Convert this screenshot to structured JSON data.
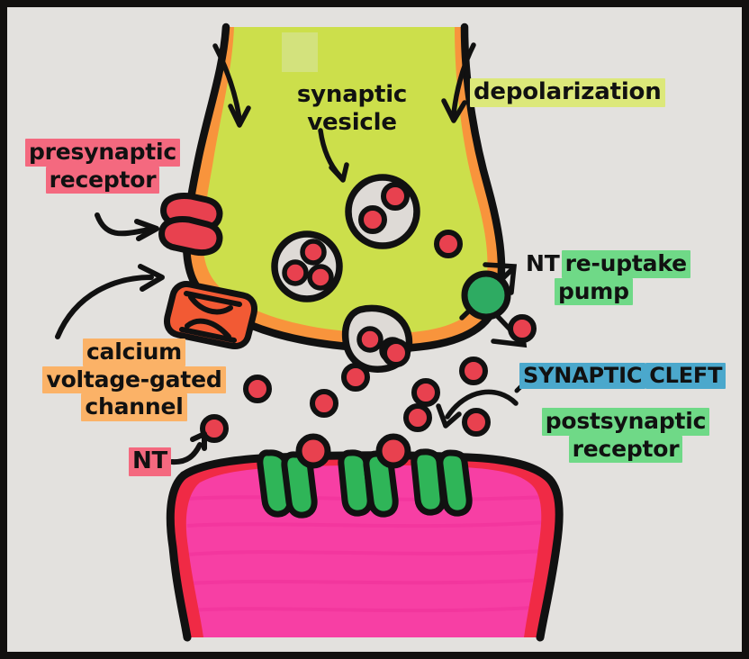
{
  "diagram": {
    "title": "Hand-drawn synapse diagram",
    "paper_color": "#e3e1de",
    "frame_color": "#12100f",
    "ink_color": "#111111"
  },
  "palette": {
    "ink": "#111111",
    "terminal_cytoplasm": "#ccdf4b",
    "terminal_membrane": "#f8943c",
    "vesicle_fill": "#dedad6",
    "neurotransmitter": "#e8414f",
    "reuptake_pump": "#2eab62",
    "postsynaptic_outer": "#f02a45",
    "postsynaptic_inner": "#f73fa4",
    "postsynaptic_receptor": "#2fb558",
    "presynaptic_receptor": "#e8414f",
    "calcium_channel": "#f25a34",
    "highlight_pink": "#f4697f",
    "highlight_yellowgreen": "#dce87a",
    "highlight_green": "#6fd987",
    "highlight_blue": "#4ba8cc",
    "highlight_orange": "#fbb267"
  },
  "labels": {
    "presynaptic_receptor": {
      "line1": "presynaptic",
      "line2": "receptor",
      "highlight": "#f4697f"
    },
    "synaptic_vesicle": {
      "line1": "synaptic",
      "line2": "vesicle",
      "highlight": "none"
    },
    "depolarization": {
      "line1": "depolarization",
      "highlight": "#dce87a"
    },
    "nt_reuptake_pump": {
      "prefix": "NT",
      "line1": "re-uptake",
      "line2": "pump",
      "highlight": "#6fd987"
    },
    "calcium_channel": {
      "line1": "calcium",
      "line2": "voltage-gated",
      "line3": "channel",
      "highlight": "#fbb267"
    },
    "synaptic_cleft": {
      "line1": "SYNAPTIC",
      "line2": "CLEFT",
      "highlight": "#4ba8cc"
    },
    "postsynaptic_receptor": {
      "line1": "postsynaptic",
      "line2": "receptor",
      "highlight": "#6fd987"
    },
    "nt": {
      "line1": "NT",
      "highlight": "#f4697f"
    }
  },
  "structures": {
    "presynaptic_terminal": "axon-terminal-bouton",
    "postsynaptic_cell": "postsynaptic-dendrite",
    "vesicle_count": 3,
    "vesicle_nt_counts": [
      2,
      3,
      2
    ],
    "postsynaptic_receptor_count": 3,
    "docked_nt_count": 2,
    "cleft_nt_count": 9,
    "cytoplasm_free_nt_count": 1,
    "reuptake_nt_count": 1,
    "depolarization_arrow_count": 2,
    "presynaptic_receptor_bars": 2
  }
}
